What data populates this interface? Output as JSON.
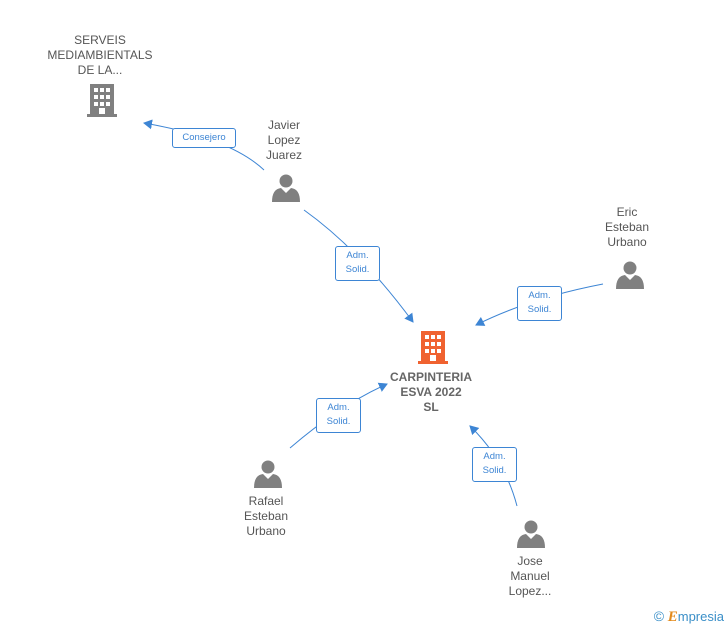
{
  "nodes": {
    "center": {
      "label": "CARPINTERIA\nESVA 2022\nSL",
      "type": "company",
      "color": "#f06230"
    },
    "serveis": {
      "label": "SERVEIS\nMEDIAMBIENTALS\nDE LA...",
      "type": "company",
      "color": "#808080"
    },
    "javier": {
      "label": "Javier\nLopez\nJuarez",
      "type": "person",
      "color": "#808080"
    },
    "eric": {
      "label": "Eric\nEsteban\nUrbano",
      "type": "person",
      "color": "#808080"
    },
    "rafael": {
      "label": "Rafael\nEsteban\nUrbano",
      "type": "person",
      "color": "#808080"
    },
    "jose": {
      "label": "Jose\nManuel\nLopez...",
      "type": "person",
      "color": "#808080"
    }
  },
  "edges": {
    "javier_serveis": "Consejero",
    "javier_center": "Adm.\nSolid.",
    "eric_center": "Adm.\nSolid.",
    "rafael_center": "Adm.\nSolid.",
    "jose_center": "Adm.\nSolid."
  },
  "colors": {
    "edge": "#3d85d4",
    "accent": "#f06230",
    "node": "#808080"
  },
  "brand": {
    "copyright": "©",
    "name_first": "E",
    "name_rest": "mpresia"
  }
}
